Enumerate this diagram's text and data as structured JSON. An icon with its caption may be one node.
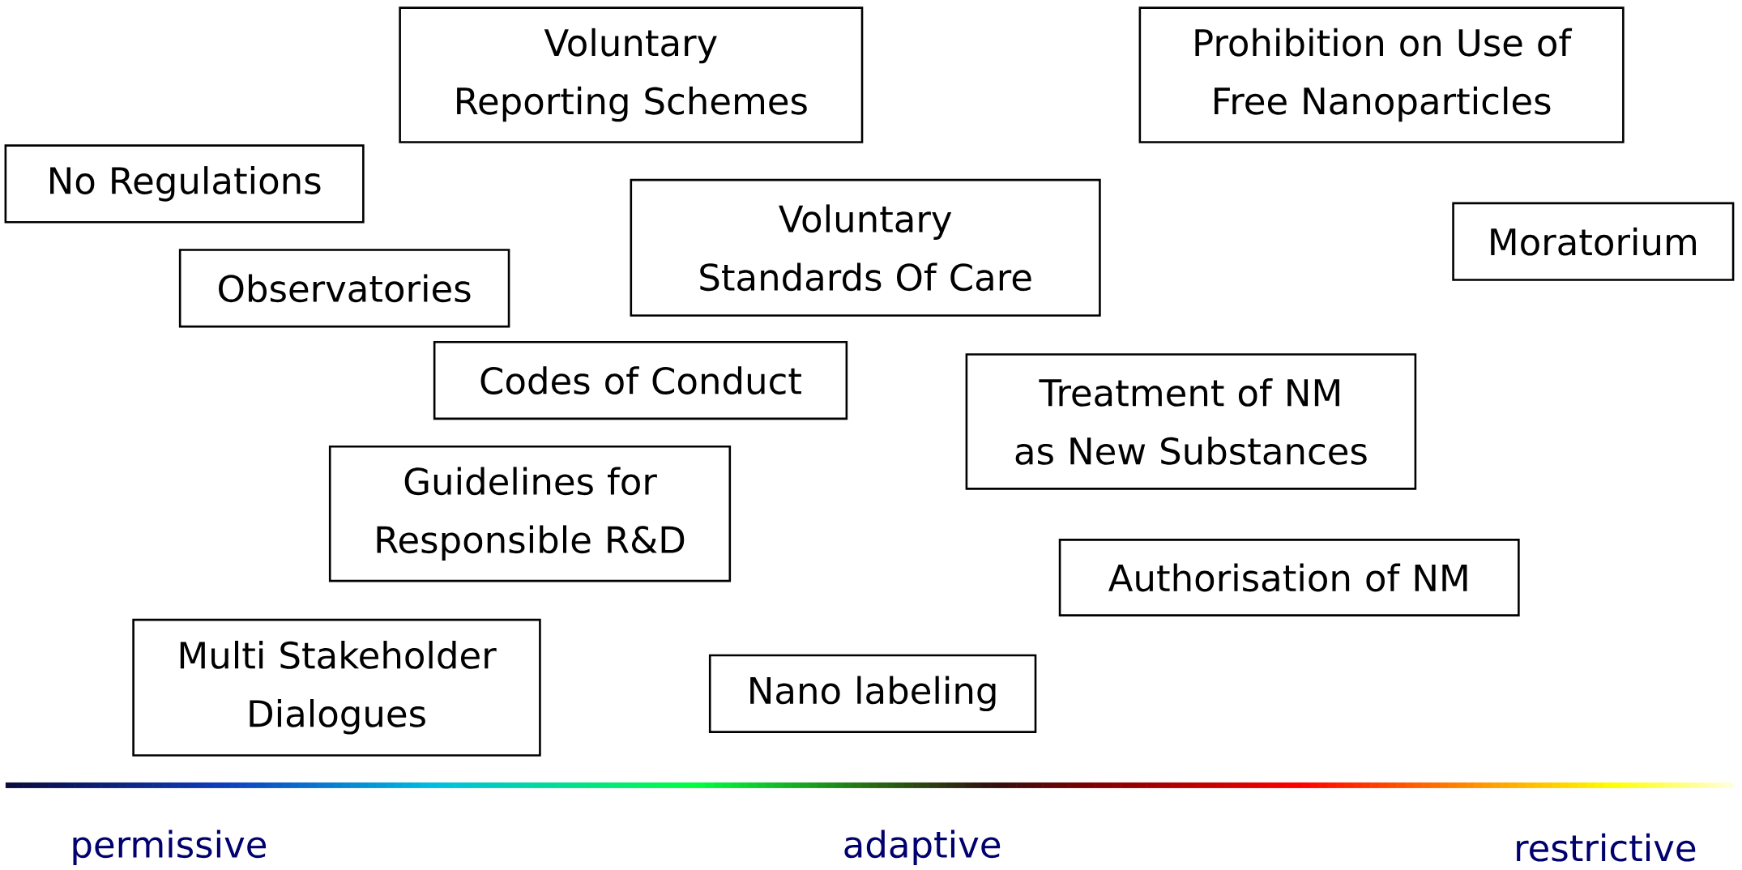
{
  "diagram": {
    "nodes": [
      {
        "text": [
          "Voluntary Reporting Schemes"
        ]
      },
      {
        "text": [
          "Prohibition on Use of Free Nanoparticles"
        ]
      },
      {
        "text": [
          "No Regulations"
        ]
      },
      {
        "text": [
          "Voluntary Standards Of Care"
        ]
      },
      {
        "text": [
          "Moratorium"
        ]
      },
      {
        "text": [
          "Observatories"
        ]
      },
      {
        "text": [
          "Codes of Conduct"
        ]
      },
      {
        "text": [
          "Treatment of NM as New Substances"
        ]
      },
      {
        "text": [
          "Guidelines for Responsible R&D"
        ]
      },
      {
        "text": [
          "Authorisation of NM"
        ]
      },
      {
        "text": [
          "Multi Stakeholder Dialogues"
        ]
      },
      {
        "text": [
          "Nano labeling"
        ]
      }
    ],
    "labels": [
      "permissive",
      "adaptive",
      "restrictive"
    ]
  }
}
